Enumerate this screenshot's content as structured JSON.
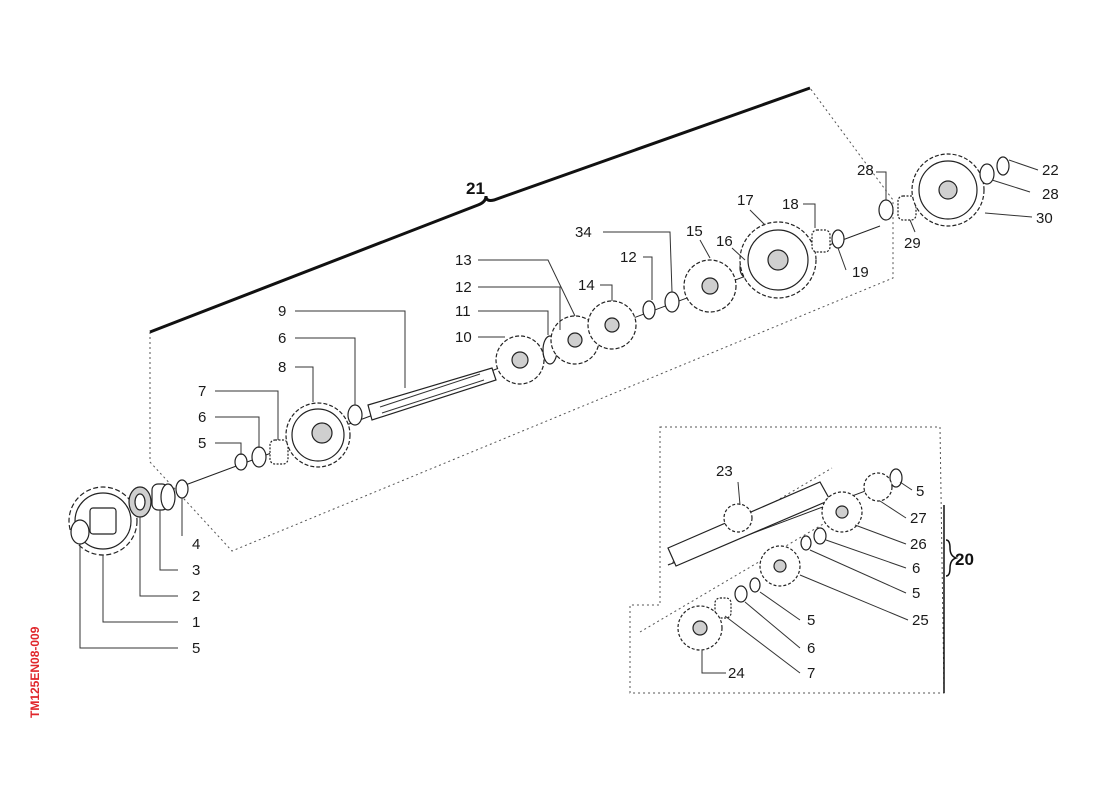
{
  "drawing_code": "TM125EN08-009",
  "group_labels": {
    "main_assembly": "21",
    "secondary_assembly": "20"
  },
  "part_labels": {
    "p1": "1",
    "p2": "2",
    "p3": "3",
    "p4": "4",
    "p5a": "5",
    "p5b": "5",
    "p6a": "6",
    "p7a": "7",
    "p6b": "6",
    "p8": "8",
    "p9": "9",
    "p10": "10",
    "p11": "11",
    "p12a": "12",
    "p13": "13",
    "p14": "14",
    "p12b": "12",
    "p34": "34",
    "p15": "15",
    "p16": "16",
    "p17": "17",
    "p18": "18",
    "p19": "19",
    "p28a": "28",
    "p29": "29",
    "p30": "30",
    "p28b": "28",
    "p22": "22",
    "p23": "23",
    "p5c": "5",
    "p27": "27",
    "p26": "26",
    "p6c": "6",
    "p5d": "5",
    "p25": "25",
    "p5e": "5",
    "p6d": "6",
    "p7b": "7",
    "p24": "24"
  },
  "colors": {
    "drawing_code": "#e0262b",
    "line": "#222222"
  }
}
